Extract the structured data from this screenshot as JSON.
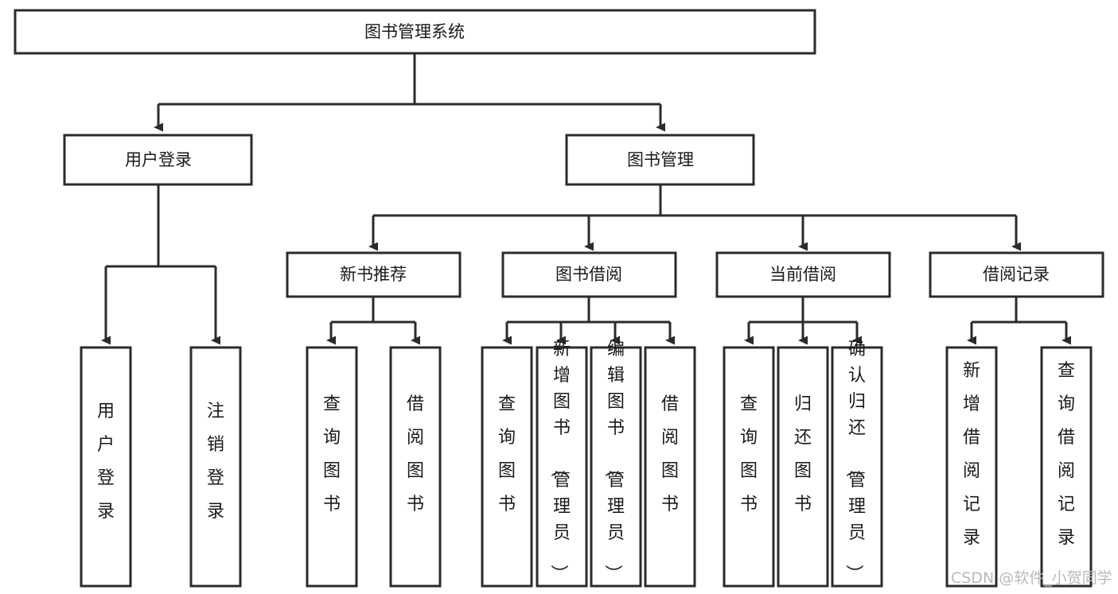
{
  "diagram": {
    "type": "tree",
    "title": "图书管理系统",
    "orientation": "top-down",
    "watermark": "CSDN @软件_小贺同学",
    "colors": {
      "box_fill": "#ffffff",
      "box_stroke": "#2b2b2b",
      "text": "#1a1a1a",
      "watermark": "#b9b9b9",
      "background": "#ffffff"
    },
    "nodes": {
      "root": {
        "label": "图书管理系统"
      },
      "level2": [
        {
          "id": "user-login",
          "label": "用户登录"
        },
        {
          "id": "book-manage",
          "label": "图书管理"
        }
      ],
      "level3": [
        {
          "id": "new-book-recommend",
          "label": "新书推荐"
        },
        {
          "id": "book-borrow",
          "label": "图书借阅"
        },
        {
          "id": "current-borrow",
          "label": "当前借阅"
        },
        {
          "id": "borrow-record",
          "label": "借阅记录"
        }
      ],
      "leaves": {
        "user-login": [
          {
            "id": "leaf-user-login",
            "label": "用户登录"
          },
          {
            "id": "leaf-user-logout",
            "label": "注销登录"
          }
        ],
        "new-book-recommend": [
          {
            "id": "leaf-query-book-1",
            "label": "查询图书"
          },
          {
            "id": "leaf-borrow-book-1",
            "label": "借阅图书"
          }
        ],
        "book-borrow": [
          {
            "id": "leaf-query-book-2",
            "label": "查询图书"
          },
          {
            "id": "leaf-add-book",
            "label": "新增图书（管理员）"
          },
          {
            "id": "leaf-edit-book",
            "label": "编辑图书（管理员）"
          },
          {
            "id": "leaf-borrow-book-2",
            "label": "借阅图书"
          }
        ],
        "current-borrow": [
          {
            "id": "leaf-query-book-3",
            "label": "查询图书"
          },
          {
            "id": "leaf-return-book",
            "label": "归还图书"
          },
          {
            "id": "leaf-confirm-return",
            "label": "确认归还（管理员）"
          }
        ],
        "borrow-record": [
          {
            "id": "leaf-add-record",
            "label": "新增借阅记录"
          },
          {
            "id": "leaf-query-record",
            "label": "查询借阅记录"
          }
        ]
      }
    }
  }
}
